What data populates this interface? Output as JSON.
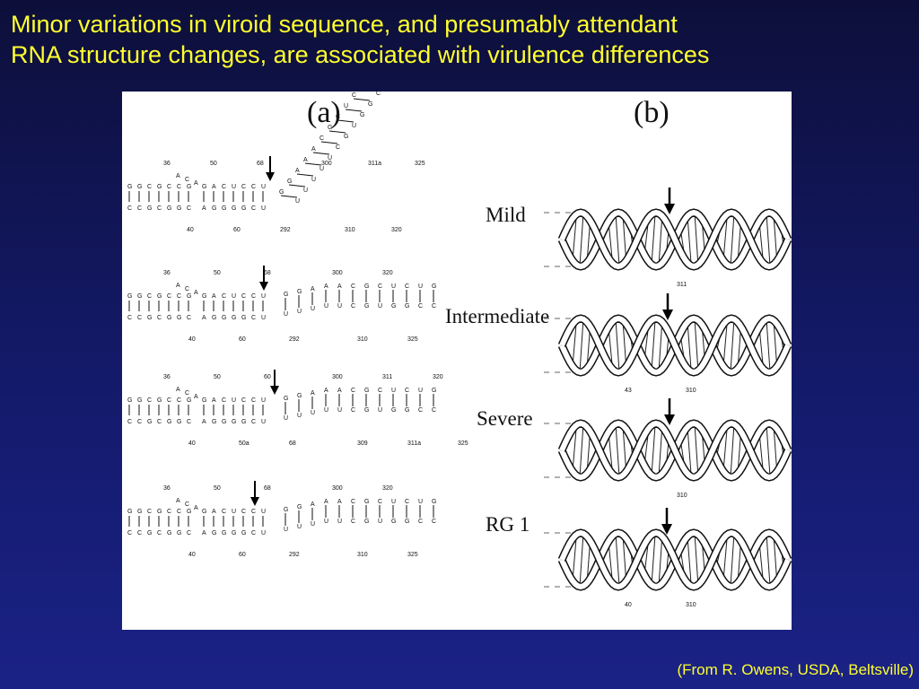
{
  "title": {
    "line1": "Minor variations in viroid sequence, and presumably attendant",
    "line2": "RNA structure changes, are associated with virulence differences"
  },
  "credit": "(From R. Owens, USDA, Beltsville)",
  "figure": {
    "panel_a_label": "(a)",
    "panel_b_label": "(b)",
    "rows": [
      {
        "variant": "Mild",
        "a_numbers": [
          "36",
          "40",
          "50",
          "60",
          "68",
          "292",
          "300",
          "310",
          "311a",
          "320",
          "325"
        ],
        "b_numbers": [
          "311"
        ]
      },
      {
        "variant": "Intermediate",
        "a_numbers": [
          "36",
          "40",
          "50",
          "60",
          "68",
          "292",
          "300",
          "310",
          "320",
          "325"
        ],
        "b_numbers": [
          "43",
          "310"
        ]
      },
      {
        "variant": "Severe",
        "a_numbers": [
          "36",
          "40",
          "50",
          "50a",
          "60",
          "68",
          "300",
          "309",
          "311",
          "311a",
          "320",
          "325"
        ],
        "b_numbers": [
          "310"
        ]
      },
      {
        "variant": "RG 1",
        "a_numbers": [
          "36",
          "40",
          "50",
          "60",
          "68",
          "292",
          "300",
          "310",
          "320",
          "325"
        ],
        "b_numbers": [
          "40",
          "310"
        ]
      }
    ]
  },
  "colors": {
    "title_text": "#ffff2e",
    "background_top": "#0d0f3a",
    "background_bottom": "#1a2286",
    "panel": "#ffffff"
  }
}
